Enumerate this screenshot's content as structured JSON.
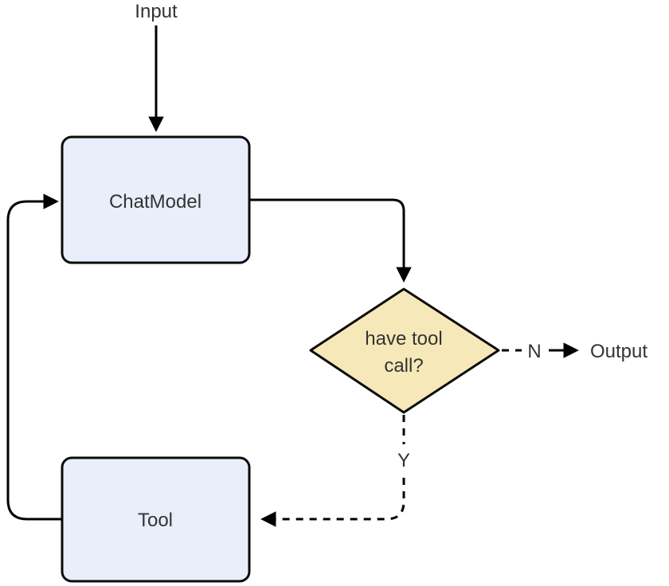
{
  "diagram": {
    "type": "flowchart",
    "colors": {
      "background": "#ffffff",
      "node_fill": "#e9eefb",
      "decision_fill": "#f6e8b8",
      "edge_stroke": "#000000",
      "text": "#333333"
    },
    "nodes": {
      "input": {
        "label": "Input"
      },
      "chat_model": {
        "label": "ChatModel"
      },
      "decision": {
        "label_line1": "have tool",
        "label_line2": "call?"
      },
      "tool": {
        "label": "Tool"
      },
      "output": {
        "label": "Output"
      }
    },
    "edges": {
      "no_label": "N",
      "yes_label": "Y"
    }
  }
}
